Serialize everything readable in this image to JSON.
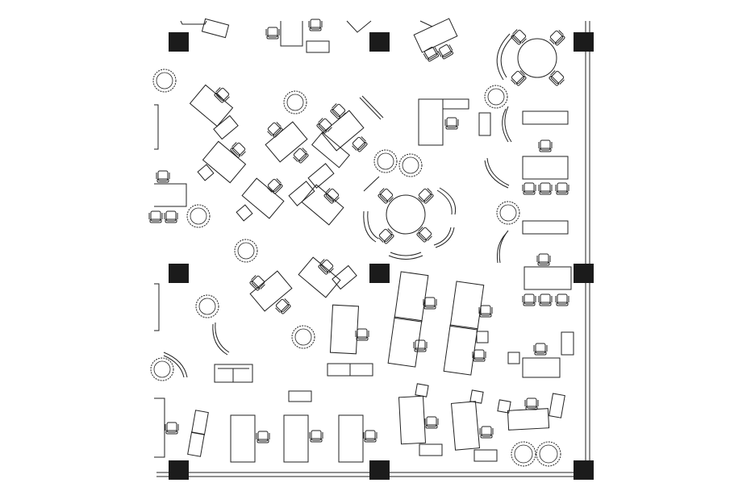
{
  "drawing": {
    "kind": "office furniture floor plan",
    "colors": {
      "line": "#222222",
      "column": "#1b1b1b",
      "background": "#ffffff"
    },
    "icons": [
      "structural-column",
      "desk",
      "chair",
      "round-table",
      "potted-plant",
      "sofa",
      "curved-screen"
    ]
  }
}
